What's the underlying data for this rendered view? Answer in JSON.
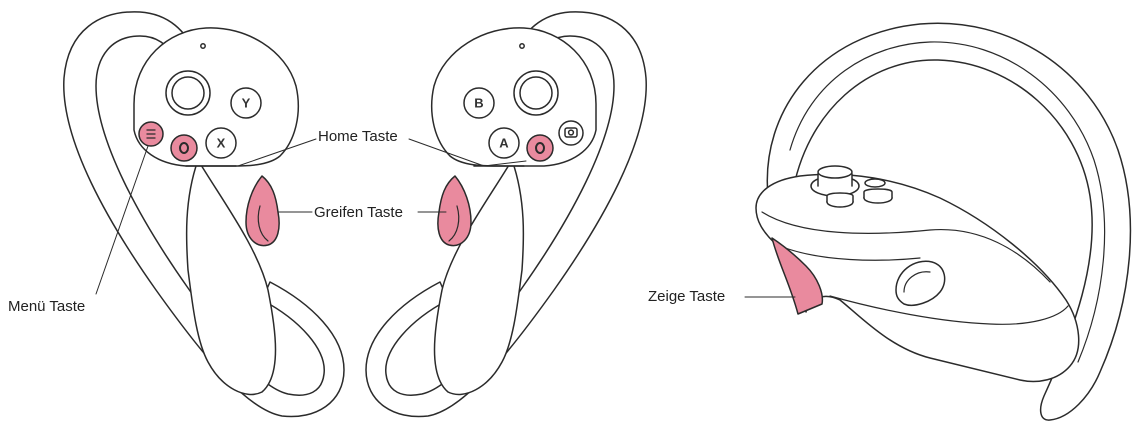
{
  "labels": {
    "home": "Home Taste",
    "grip": "Greifen Taste",
    "menu": "Menü Taste",
    "trigger": "Zeige Taste"
  },
  "buttons": {
    "left": {
      "top": "Y",
      "bottom": "X"
    },
    "right": {
      "top": "B",
      "bottom": "A"
    }
  },
  "colors": {
    "accent": "#e98a9e",
    "outline": "#2b2b2b",
    "fill": "#ffffff",
    "text": "#222222"
  }
}
